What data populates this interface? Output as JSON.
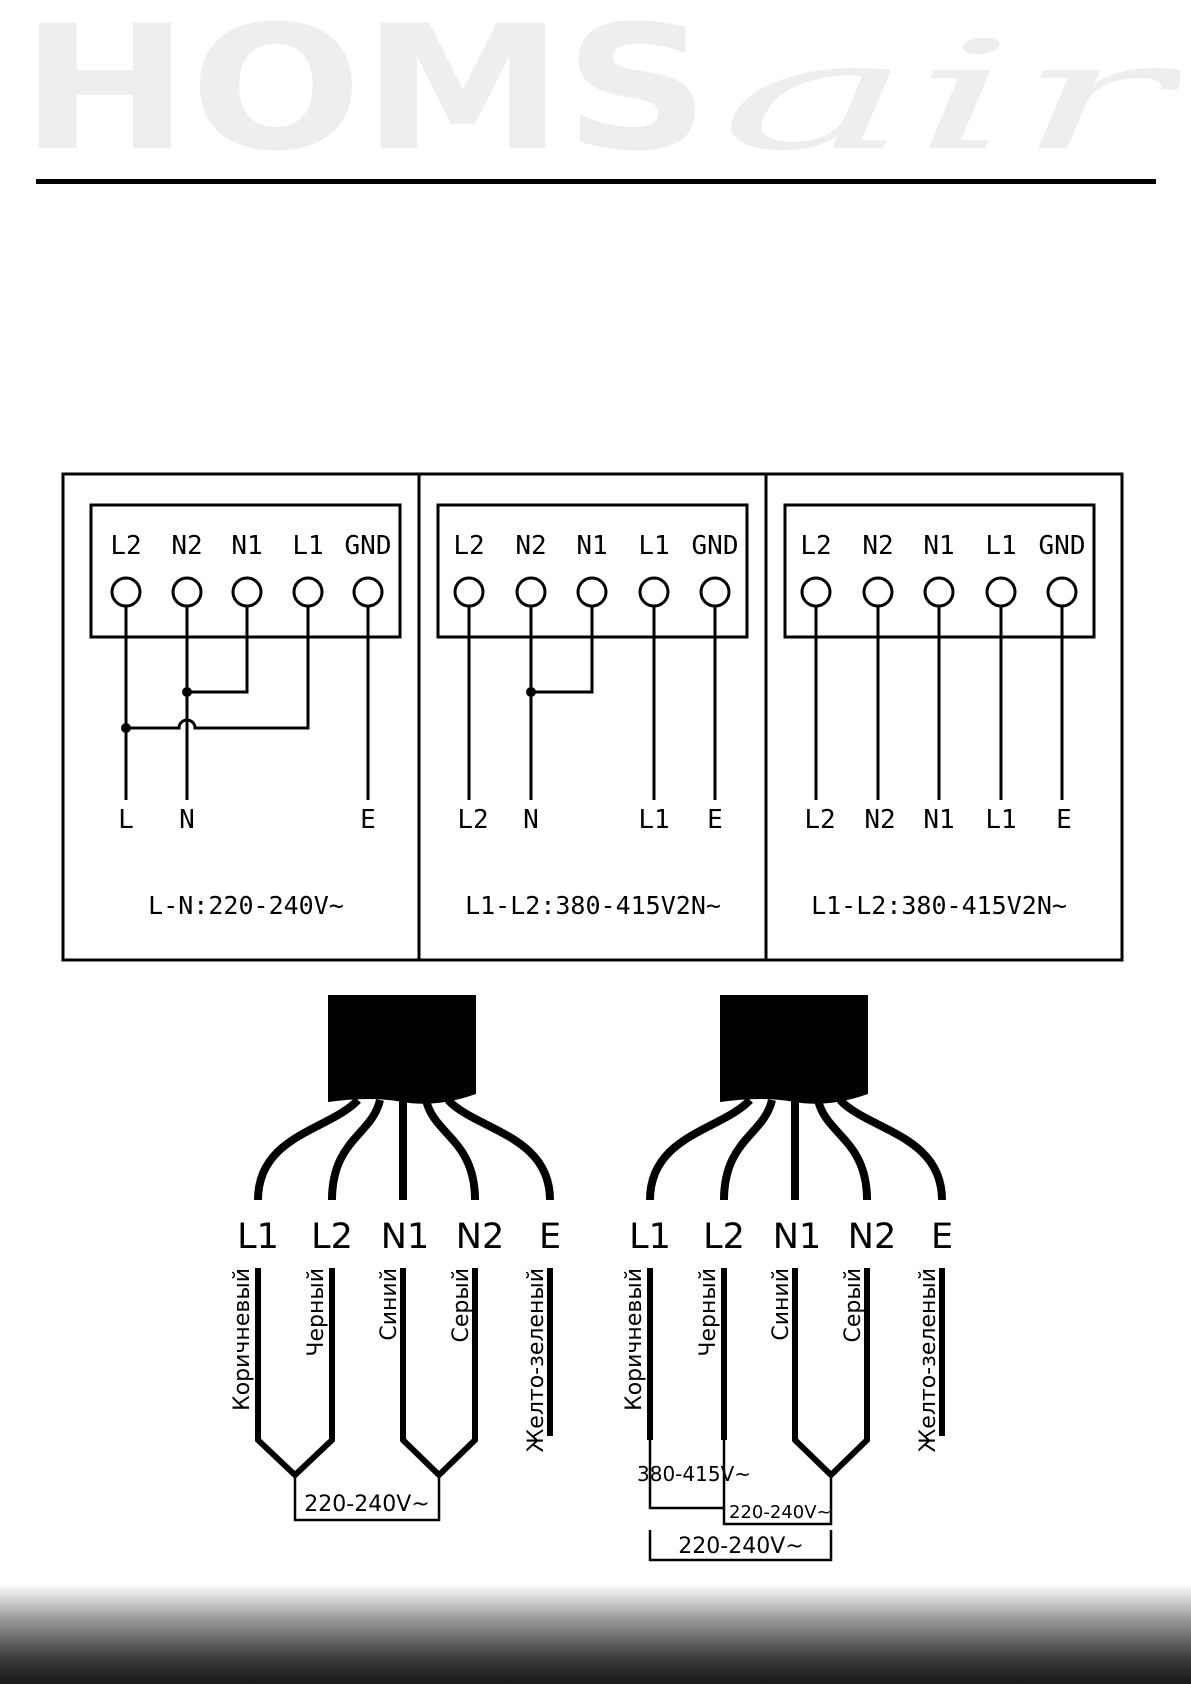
{
  "logo": {
    "text_main": "HOMS",
    "text_script": "air"
  },
  "colors": {
    "ink": "#000000",
    "logo_gray": "#eeeeee",
    "paper": "#ffffff"
  },
  "panels": [
    {
      "terminals": [
        "L2",
        "N2",
        "N1",
        "L1",
        "GND"
      ],
      "outputs": [
        "L",
        "N",
        "E"
      ],
      "caption": "L-N:220-240V~"
    },
    {
      "terminals": [
        "L2",
        "N2",
        "N1",
        "L1",
        "GND"
      ],
      "outputs": [
        "L2",
        "N",
        "L1",
        "E"
      ],
      "caption": "L1-L2:380-415V2N~"
    },
    {
      "terminals": [
        "L2",
        "N2",
        "N1",
        "L1",
        "GND"
      ],
      "outputs": [
        "L2",
        "N2",
        "N1",
        "L1",
        "E"
      ],
      "caption": "L1-L2:380-415V2N~"
    }
  ],
  "cables": [
    {
      "labels": [
        "L1",
        "L2",
        "N1",
        "N2",
        "E"
      ],
      "colors_text": [
        "Коричневый",
        "Черный",
        "Синий",
        "Серый",
        "Желто-зеленый"
      ],
      "voltage": "220-240V~"
    },
    {
      "labels": [
        "L1",
        "L2",
        "N1",
        "N2",
        "E"
      ],
      "colors_text": [
        "Коричневый",
        "Черный",
        "Синий",
        "Серый",
        "Желто-зеленый"
      ],
      "voltage_high": "380-415V~",
      "voltage_mid": "220-240V~",
      "voltage_low": "220-240V~"
    }
  ]
}
